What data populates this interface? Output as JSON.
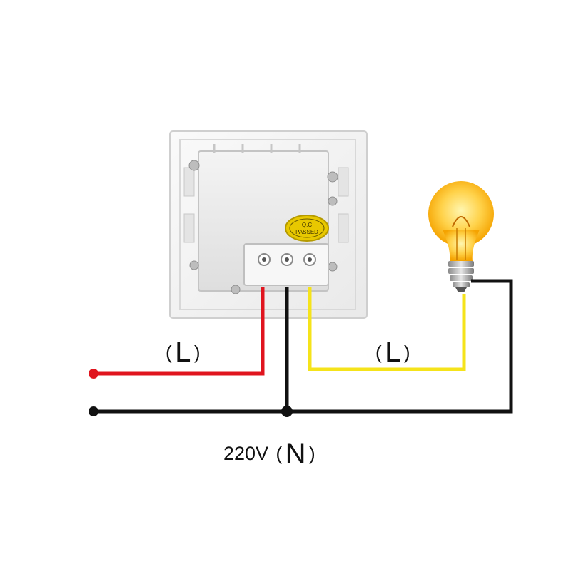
{
  "labels": {
    "live_left": "L",
    "live_right": "L",
    "voltage": "220V",
    "neutral": "N",
    "open_paren": "(",
    "close_paren": ")"
  },
  "seal": {
    "line1": "Q.C",
    "line2": "PASSED"
  },
  "colors": {
    "live_in_wire": "#e0141e",
    "neutral_wire": "#111111",
    "live_out_wire": "#f5e31a",
    "bulb_glow": "#ffd24a",
    "seal": "#e8c800"
  },
  "icons": {
    "switch": "wall-switch-back-icon",
    "bulb": "light-bulb-icon"
  }
}
